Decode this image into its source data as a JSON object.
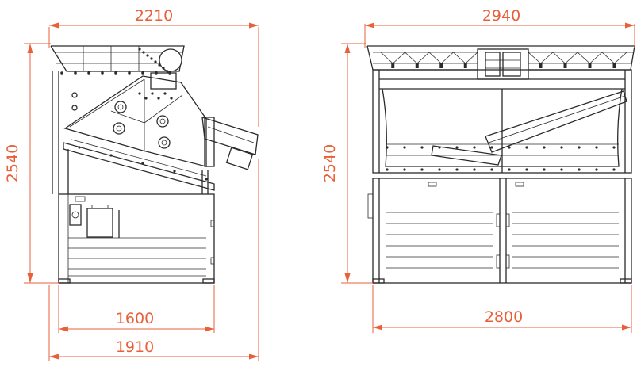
{
  "colors": {
    "dimension": "#e8603a",
    "machine": "#2b2b2b"
  },
  "side_view": {
    "top_width": "2210",
    "height": "2540",
    "base_width_inner": "1600",
    "base_width_outer": "1910"
  },
  "front_view": {
    "top_width": "2940",
    "height": "2540",
    "base_width": "2800"
  }
}
